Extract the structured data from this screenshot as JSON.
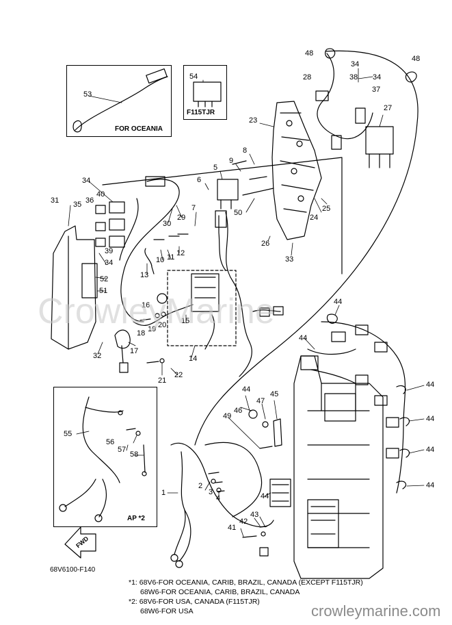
{
  "watermark": {
    "center": "CrowleyMarine",
    "bottom": "crowleymarine.com"
  },
  "inset_oceania": {
    "part": "53",
    "caption": "FOR OCEANIA"
  },
  "inset_f115": {
    "part": "54",
    "caption": "F115TJR"
  },
  "inset_ap": {
    "parts": [
      "55",
      "56",
      "57",
      "58"
    ],
    "caption": "AP *2"
  },
  "fwd_label": "FWD",
  "diagram_code": "68V6100-F140",
  "part_labels": [
    "1",
    "2",
    "3",
    "4",
    "5",
    "6",
    "7",
    "8",
    "9",
    "10",
    "11",
    "12",
    "13",
    "14",
    "15",
    "16",
    "17",
    "18",
    "19",
    "20",
    "21",
    "22",
    "23",
    "24",
    "25",
    "26",
    "27",
    "28",
    "29",
    "30",
    "31",
    "32",
    "33",
    "34",
    "35",
    "36",
    "37",
    "38",
    "39",
    "40",
    "41",
    "42",
    "43",
    "44",
    "45",
    "46",
    "47",
    "48",
    "49",
    "50",
    "51",
    "52"
  ],
  "footnotes": [
    "*1: 68V6-FOR OCEANIA, CARIB, BRAZIL, CANADA (EXCEPT F115TJR)",
    "68W6-FOR OCEANIA, CARIB, BRAZIL, CANADA",
    "*2: 68V6-FOR USA, CANADA (F115TJR)",
    "68W6-FOR USA"
  ]
}
